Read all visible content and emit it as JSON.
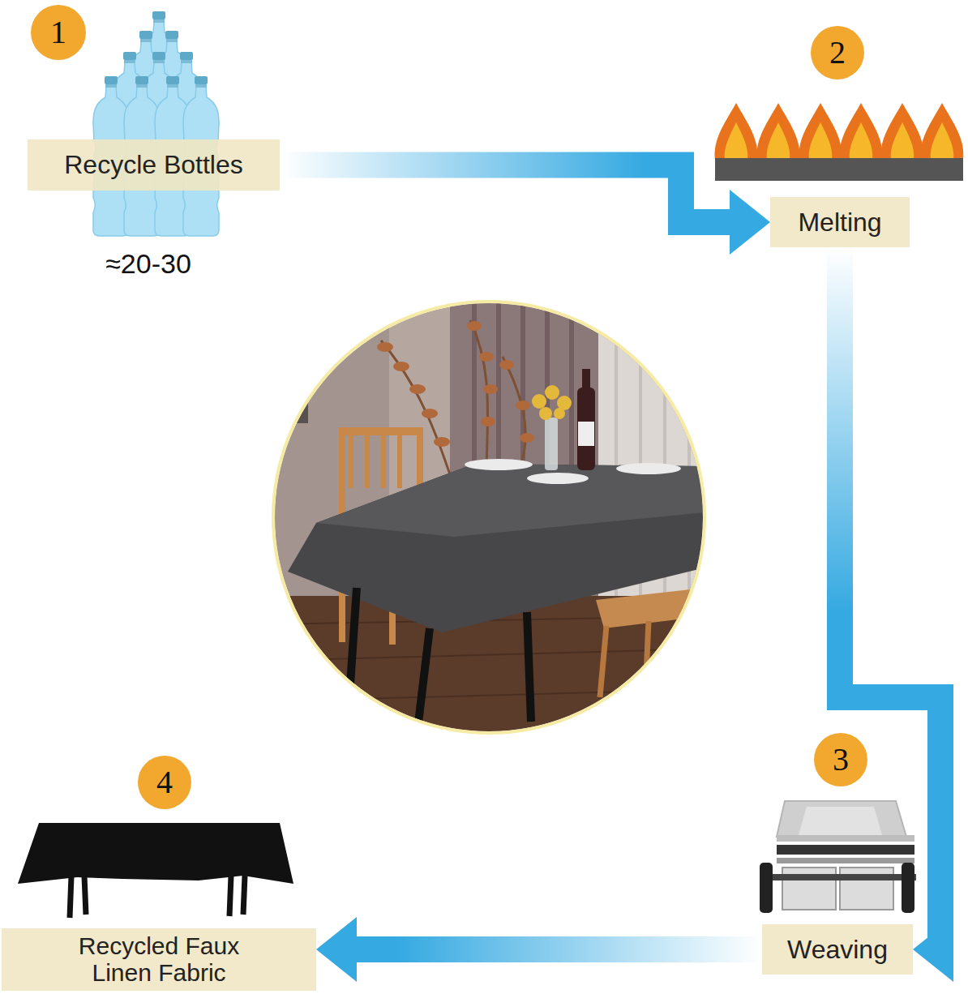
{
  "diagram": {
    "nodes": [
      {
        "text": [
          "1"
        ]
      },
      {
        "text": [
          "Recycle Bottles"
        ]
      },
      {
        "text": [
          "2"
        ]
      },
      {
        "text": [
          "Melting"
        ]
      },
      {
        "text": [
          "3"
        ]
      },
      {
        "text": [
          "Weaving"
        ]
      },
      {
        "text": [
          "4"
        ]
      },
      {
        "text": [
          "Recycled Faux Linen Fabric"
        ]
      }
    ],
    "edges": [
      {
        "from": 1,
        "to": 3,
        "arrow": "to"
      },
      {
        "from": 3,
        "to": 5,
        "arrow": "to"
      },
      {
        "from": 5,
        "to": 7,
        "arrow": "to"
      }
    ],
    "labels": [
      "≈20-30"
    ]
  }
}
